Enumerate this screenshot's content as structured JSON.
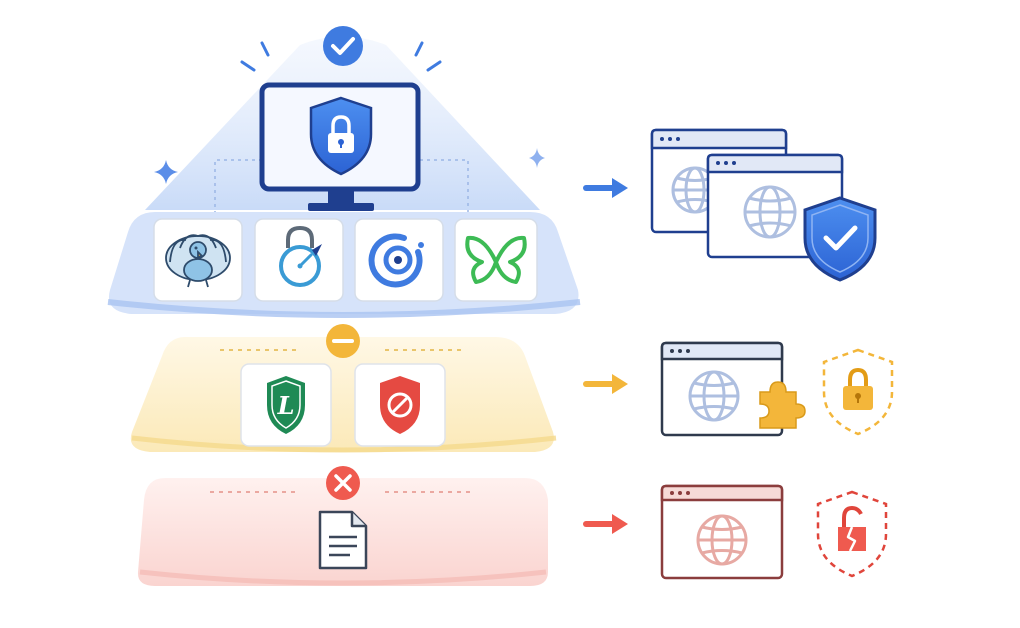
{
  "colors": {
    "blue": "#3f7be0",
    "blue_dark": "#1f3f8f",
    "blue_light": "#dce7fb",
    "yellow": "#f3b63a",
    "yellow_light": "#fbefcb",
    "red": "#ef5a4f",
    "red_light": "#fbe1df",
    "tile_border": "#d5dde8"
  },
  "tiers": [
    {
      "name": "trusted",
      "status_icon": "check-circle-icon",
      "status_color": "#3f7be0",
      "items": [
        "turkey-icon",
        "padlock-timer-icon",
        "target-ring-icon",
        "butterfly-icon"
      ],
      "arrow_color": "#3f7be0",
      "outcome": [
        "two-browser-windows-icon",
        "blue-check-shield-icon"
      ]
    },
    {
      "name": "partial",
      "status_icon": "minus-circle-icon",
      "status_color": "#f3b63a",
      "items": [
        "green-l-shield-icon",
        "red-block-shield-icon"
      ],
      "arrow_color": "#f3b63a",
      "outcome": [
        "browser-window-with-puzzle-icon",
        "dashed-lock-shield-icon"
      ]
    },
    {
      "name": "untrusted",
      "status_icon": "x-circle-icon",
      "status_color": "#ef5a4f",
      "items": [
        "document-icon"
      ],
      "arrow_color": "#ef5a4f",
      "outcome": [
        "red-browser-window-icon",
        "broken-lock-shield-icon"
      ]
    }
  ]
}
